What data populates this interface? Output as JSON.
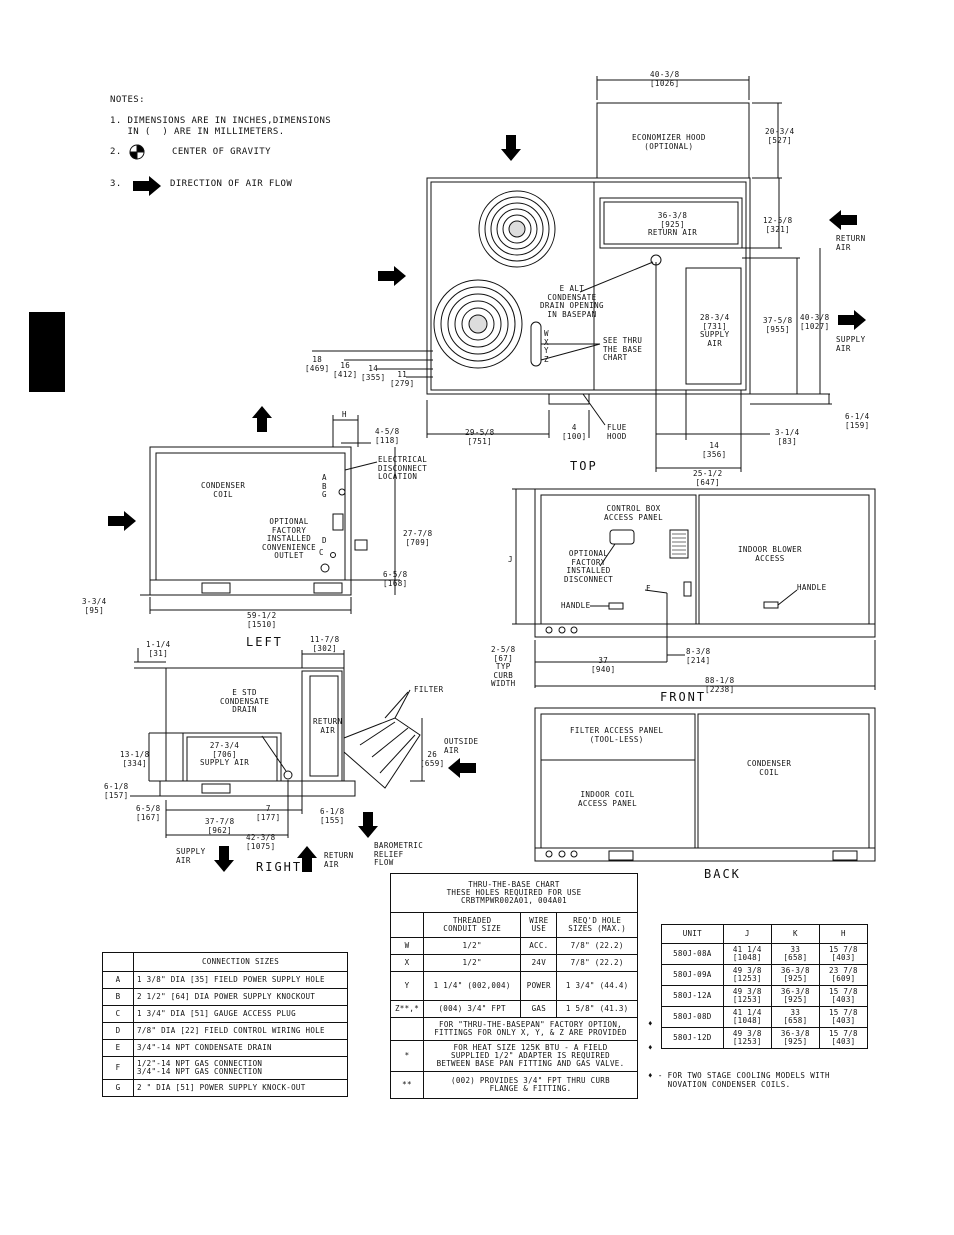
{
  "notes": {
    "heading": "NOTES:",
    "n1a": "1. DIMENSIONS ARE IN INCHES,DIMENSIONS",
    "n1b": "   IN (  ) ARE IN MILLIMETERS.",
    "n2num": "2.",
    "n2": "CENTER OF GRAVITY",
    "n3num": "3.",
    "n3": "DIRECTION OF AIR FLOW"
  },
  "views": {
    "top": "TOP",
    "left": "LEFT",
    "front": "FRONT",
    "right": "RIGHT",
    "back": "BACK"
  },
  "top_view": {
    "economizer": "ECONOMIZER HOOD\n(OPTIONAL)",
    "d_40_3_8": "40-3/8\n[1026]",
    "d_20_3_4": "20-3/4\n[527]",
    "d_36_3_8": "36-3/8\n[925]\nRETURN AIR",
    "d_12_5_8": "12-5/8\n[321]",
    "return_air": "RETURN\nAIR",
    "alt_drain": "E ALT\nCONDENSATE\nDRAIN OPENING\nIN BASEPAN",
    "d_28_3_4": "28-3/4\n[731]\nSUPPLY\nAIR",
    "d_37_5_8": "37-5/8\n[955]",
    "d_40_3_8b": "40-3/8\n[1027]",
    "supply_air": "SUPPLY\nAIR",
    "see_chart": "SEE THRU\nTHE BASE\nCHART",
    "wxyz": "W\nX\nY\nZ",
    "d_18": "18\n[469]",
    "d_16": "16\n[412]",
    "d_14": "14\n[355]",
    "d_11": "11\n[279]",
    "d_29_5_8": "29-5/8\n[751]",
    "d_4": "4\n[100]",
    "flue": "FLUE\nHOOD",
    "d_14b": "14\n[356]",
    "d_3_1_4": "3-1/4\n[83]",
    "d_25_1_2": "25-1/2\n[647]",
    "d_6_1_4": "6-1/4\n[159]"
  },
  "left_view": {
    "h": "H",
    "d_4_5_8": "4-5/8\n[118]",
    "condenser": "CONDENSER\nCOIL",
    "abg": "A\nB\nG",
    "elec": "ELECTRICAL\nDISCONNECT\nLOCATION",
    "outlet": "OPTIONAL\nFACTORY\nINSTALLED\nCONVENIENCE\nOUTLET",
    "d": "D",
    "c": "C",
    "d_27_7_8": "27-7/8\n[709]",
    "d_6_5_8": "6-5/8\n[168]",
    "d_3_3_4": "3-3/4\n[95]",
    "d_59_1_2": "59-1/2\n[1510]"
  },
  "front_view": {
    "control_box": "CONTROL BOX\nACCESS PANEL",
    "blower": "INDOOR BLOWER\nACCESS",
    "disconnect": "OPTIONAL\nFACTORY\nINSTALLED\nDISCONNECT",
    "f": "F",
    "handle1": "HANDLE",
    "handle2": "HANDLE",
    "j": "J",
    "d_2_5_8": "2-5/8\n[67]\nTYP\nCURB\nWIDTH",
    "d_37": "37\n[940]",
    "d_8_3_8": "8-3/8\n[214]",
    "d_88_1_8": "88-1/8\n[2238]"
  },
  "right_view": {
    "d_1_1_4": "1-1/4\n[31]",
    "d_11_7_8": "11-7/8\n[302]",
    "std_drain": "E STD\nCONDENSATE\nDRAIN",
    "return_air": "RETURN\nAIR",
    "filter": "FILTER",
    "d_27_3_4": "27-3/4\n[706]\nSUPPLY AIR",
    "d_13_1_8": "13-1/8\n[334]",
    "d_6_1_8": "6-1/8\n[157]",
    "d_6_5_8": "6-5/8\n[167]",
    "d_7": "7\n[177]",
    "d_6_1_8b": "6-1/8\n[155]",
    "d_26": "26\n[659]",
    "outside_air": "OUTSIDE\nAIR",
    "d_37_7_8": "37-7/8\n[962]",
    "d_42_3_8": "42-3/8\n[1075]",
    "supply_air": "SUPPLY\nAIR",
    "return_air2": "RETURN\nAIR",
    "baro": "BAROMETRIC\nRELIEF\nFLOW"
  },
  "back_view": {
    "filter_panel": "FILTER ACCESS PANEL\n(TOOL-LESS)",
    "indoor_coil": "INDOOR COIL\nACCESS PANEL",
    "condenser": "CONDENSER\nCOIL"
  },
  "connection_sizes": {
    "header": "CONNECTION SIZES",
    "rows": [
      {
        "key": "A",
        "text": "1 3/8\" DIA [35] FIELD POWER SUPPLY HOLE"
      },
      {
        "key": "B",
        "text": "2 1/2\" [64] DIA POWER SUPPLY KNOCKOUT"
      },
      {
        "key": "C",
        "text": "1 3/4\" DIA [51] GAUGE ACCESS PLUG"
      },
      {
        "key": "D",
        "text": "7/8\" DIA [22] FIELD CONTROL WIRING HOLE"
      },
      {
        "key": "E",
        "text": "3/4\"-14 NPT CONDENSATE DRAIN"
      },
      {
        "key": "F",
        "text": "1/2\"-14 NPT GAS CONNECTION\n3/4\"-14 NPT GAS CONNECTION"
      },
      {
        "key": "G",
        "text": "2 \" DIA [51] POWER SUPPLY KNOCK-OUT"
      }
    ]
  },
  "thru_base": {
    "title": "THRU-THE-BASE CHART\nTHESE HOLES REQUIRED FOR USE\nCRBTMPWR002A01, 004A01",
    "col1": "THREADED\nCONDUIT SIZE",
    "col2": "WIRE\nUSE",
    "col3": "REQ'D HOLE\nSIZES (MAX.)",
    "rows": [
      {
        "k": "W",
        "size": "1/2\"",
        "use": "ACC.",
        "hole": "7/8\" (22.2)"
      },
      {
        "k": "X",
        "size": "1/2\"",
        "use": "24V",
        "hole": "7/8\" (22.2)"
      },
      {
        "k": "Y",
        "size": "1 1/4\" (002,004)",
        "use": "POWER",
        "hole": "1 3/4\" (44.4)"
      },
      {
        "k": "Z**,*",
        "size": "(004) 3/4\" FPT",
        "use": "GAS",
        "hole": "1 5/8\" (41.3)"
      }
    ],
    "note1": "FOR \"THRU-THE-BASEPAN\" FACTORY OPTION,\nFITTINGS FOR ONLY X, Y, & Z ARE PROVIDED",
    "note2k": "*",
    "note2": "FOR HEAT SIZE 125K BTU - A FIELD\nSUPPLIED 1/2\" ADAPTER IS REQUIRED\nBETWEEN BASE PAN FITTING AND GAS VALVE.",
    "note3k": "**",
    "note3": "(002) PROVIDES 3/4\" FPT THRU CURB\nFLANGE & FITTING."
  },
  "unit_table": {
    "headers": [
      "UNIT",
      "J",
      "K",
      "H"
    ],
    "rows": [
      {
        "m": "",
        "unit": "580J-08A",
        "j": "41 1/4\n[1048]",
        "k": "33\n[658]",
        "h": "15 7/8\n[403]"
      },
      {
        "m": "",
        "unit": "580J-09A",
        "j": "49 3/8\n[1253]",
        "k": "36-3/8\n[925]",
        "h": "23 7/8\n[609]"
      },
      {
        "m": "",
        "unit": "580J-12A",
        "j": "49 3/8\n[1253]",
        "k": "36-3/8\n[925]",
        "h": "15 7/8\n[403]"
      },
      {
        "m": "♦",
        "unit": "580J-08D",
        "j": "41 1/4\n[1048]",
        "k": "33\n[658]",
        "h": "15 7/8\n[403]"
      },
      {
        "m": "♦",
        "unit": "580J-12D",
        "j": "49 3/8\n[1253]",
        "k": "36-3/8\n[925]",
        "h": "15 7/8\n[403]"
      }
    ],
    "footnote": "♦ - FOR TWO STAGE COOLING MODELS WITH\n    NOVATION CONDENSER COILS."
  }
}
